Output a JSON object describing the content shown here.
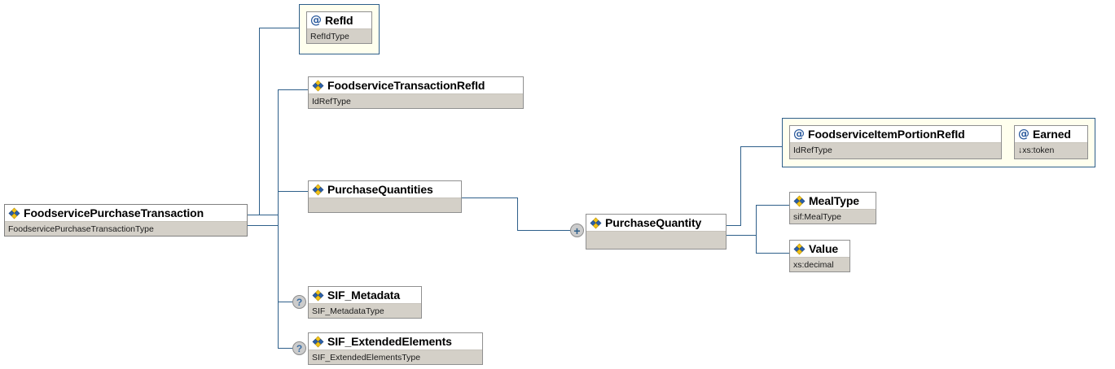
{
  "diagram": {
    "kind": "xml-schema-tree",
    "root": {
      "name": "FoodservicePurchaseTransaction",
      "type": "FoodservicePurchaseTransactionType",
      "icon": "element-icon"
    },
    "nodes": [
      {
        "id": "refid",
        "name": "RefId",
        "type": "RefIdType",
        "kind": "attribute",
        "icon": "at-icon"
      },
      {
        "id": "foodservice-transaction-refid",
        "name": "FoodserviceTransactionRefId",
        "type": "IdRefType",
        "kind": "element",
        "icon": "element-icon"
      },
      {
        "id": "purchase-quantities",
        "name": "PurchaseQuantities",
        "type": "",
        "kind": "element",
        "icon": "element-icon"
      },
      {
        "id": "purchase-quantity",
        "name": "PurchaseQuantity",
        "type": "",
        "kind": "element",
        "icon": "element-icon",
        "marker": "+"
      },
      {
        "id": "foodservice-item-portion-refid",
        "name": "FoodserviceItemPortionRefId",
        "type": "IdRefType",
        "kind": "attribute",
        "icon": "at-icon"
      },
      {
        "id": "earned",
        "name": "Earned",
        "type": "↓xs:token",
        "kind": "attribute",
        "icon": "at-icon"
      },
      {
        "id": "meal-type",
        "name": "MealType",
        "type": "sif:MealType",
        "kind": "element",
        "icon": "element-icon"
      },
      {
        "id": "value",
        "name": "Value",
        "type": "xs:decimal",
        "kind": "element",
        "icon": "element-icon"
      },
      {
        "id": "sif-metadata",
        "name": "SIF_Metadata",
        "type": "SIF_MetadataType",
        "kind": "element",
        "icon": "element-icon",
        "marker": "?"
      },
      {
        "id": "sif-extended-elements",
        "name": "SIF_ExtendedElements",
        "type": "SIF_ExtendedElementsType",
        "kind": "element",
        "icon": "element-icon",
        "marker": "?"
      }
    ],
    "colors": {
      "line": "#2e5f8a",
      "attribute_group_bg": "#ffffee",
      "node_type_bg": "#d4d0c8",
      "node_title_bg": "#ffffff",
      "node_border": "#909090",
      "marker_bg": "#cccccc",
      "at_icon": "#2d5c9e",
      "element_icon_blue": "#2b5fa8",
      "element_icon_yellow": "#f2c218"
    }
  }
}
